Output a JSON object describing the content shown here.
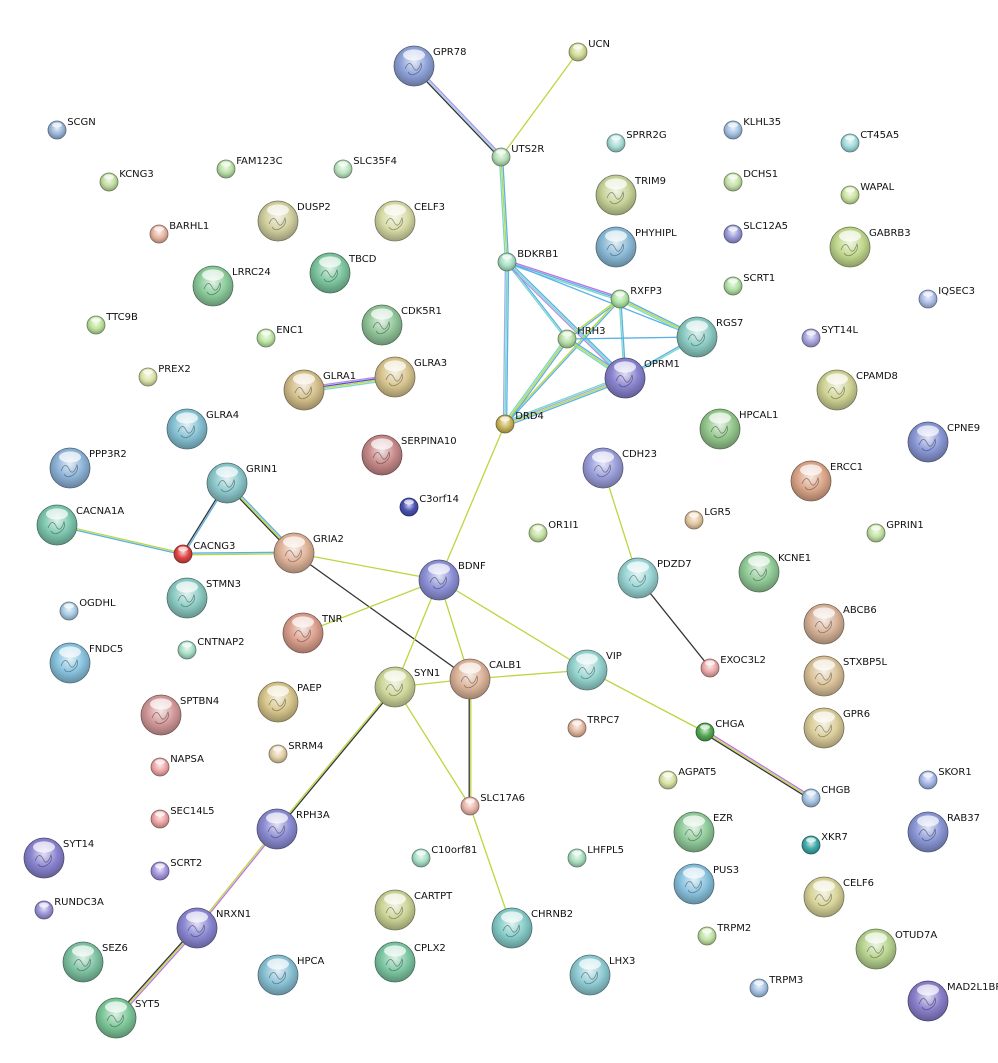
{
  "network": {
    "nodes": [
      {
        "id": "GPR78",
        "label": "GPR78",
        "color": "#8fa3d9",
        "size": "big"
      },
      {
        "id": "UCN",
        "label": "UCN",
        "color": "#d2dc94",
        "size": "small"
      },
      {
        "id": "SCGN",
        "label": "SCGN",
        "color": "#9bb7dc",
        "size": "small"
      },
      {
        "id": "UTS2R",
        "label": "UTS2R",
        "color": "#b6e0b6",
        "size": "small"
      },
      {
        "id": "SPRR2G",
        "label": "SPRR2G",
        "color": "#a8dcd6",
        "size": "small"
      },
      {
        "id": "KLHL35",
        "label": "KLHL35",
        "color": "#a6c3e4",
        "size": "small"
      },
      {
        "id": "CT45A5",
        "label": "CT45A5",
        "color": "#a3dcdc",
        "size": "small"
      },
      {
        "id": "KCNG3",
        "label": "KCNG3",
        "color": "#c2dea1",
        "size": "small"
      },
      {
        "id": "FAM123C",
        "label": "FAM123C",
        "color": "#b9e0a6",
        "size": "small"
      },
      {
        "id": "SLC35F4",
        "label": "SLC35F4",
        "color": "#bde6c0",
        "size": "small"
      },
      {
        "id": "TRIM9",
        "label": "TRIM9",
        "color": "#c8d49a",
        "size": "big"
      },
      {
        "id": "DCHS1",
        "label": "DCHS1",
        "color": "#c6e3a9",
        "size": "small"
      },
      {
        "id": "WAPAL",
        "label": "WAPAL",
        "color": "#cce3a2",
        "size": "small"
      },
      {
        "id": "DUSP2",
        "label": "DUSP2",
        "color": "#d2d0a0",
        "size": "big"
      },
      {
        "id": "CELF3",
        "label": "CELF3",
        "color": "#d8dca6",
        "size": "big"
      },
      {
        "id": "BARHL1",
        "label": "BARHL1",
        "color": "#e8b4a2",
        "size": "small"
      },
      {
        "id": "TBCD",
        "label": "TBCD",
        "color": "#7ec7a0",
        "size": "big"
      },
      {
        "id": "PHYHIPL",
        "label": "PHYHIPL",
        "color": "#8cbbd8",
        "size": "big"
      },
      {
        "id": "SLC12A5",
        "label": "SLC12A5",
        "color": "#9a9ad8",
        "size": "small"
      },
      {
        "id": "GABRB3",
        "label": "GABRB3",
        "color": "#c2d88e",
        "size": "big"
      },
      {
        "id": "BDKRB1",
        "label": "BDKRB1",
        "color": "#a8e0c4",
        "size": "small"
      },
      {
        "id": "LRRC24",
        "label": "LRRC24",
        "color": "#8ccc9c",
        "size": "big"
      },
      {
        "id": "RXFP3",
        "label": "RXFP3",
        "color": "#aee3a4",
        "size": "small"
      },
      {
        "id": "SCRT1",
        "label": "SCRT1",
        "color": "#b0e0a4",
        "size": "small"
      },
      {
        "id": "IQSEC3",
        "label": "IQSEC3",
        "color": "#aebde8",
        "size": "small"
      },
      {
        "id": "TTC9B",
        "label": "TTC9B",
        "color": "#bde29c",
        "size": "small"
      },
      {
        "id": "ENC1",
        "label": "ENC1",
        "color": "#bde6a6",
        "size": "small"
      },
      {
        "id": "CDK5R1",
        "label": "CDK5R1",
        "color": "#92c69a",
        "size": "big"
      },
      {
        "id": "RGS7",
        "label": "RGS7",
        "color": "#8cccc4",
        "size": "big"
      },
      {
        "id": "SYT14L",
        "label": "SYT14L",
        "color": "#a9a6e0",
        "size": "small"
      },
      {
        "id": "HRH3",
        "label": "HRH3",
        "color": "#b6dea6",
        "size": "small"
      },
      {
        "id": "OPRM1",
        "label": "OPRM1",
        "color": "#8a84d0",
        "size": "big"
      },
      {
        "id": "PREX2",
        "label": "PREX2",
        "color": "#dce4a8",
        "size": "small"
      },
      {
        "id": "GLRA1",
        "label": "GLRA1",
        "color": "#d4c08c",
        "size": "big"
      },
      {
        "id": "GLRA3",
        "label": "GLRA3",
        "color": "#d8c690",
        "size": "big"
      },
      {
        "id": "CPAMD8",
        "label": "CPAMD8",
        "color": "#d0d494",
        "size": "big"
      },
      {
        "id": "GLRA4",
        "label": "GLRA4",
        "color": "#86c2d4",
        "size": "big"
      },
      {
        "id": "DRD4",
        "label": "DRD4",
        "color": "#c8b45a",
        "size": "small"
      },
      {
        "id": "HPCAL1",
        "label": "HPCAL1",
        "color": "#96c88e",
        "size": "big"
      },
      {
        "id": "CPNE9",
        "label": "CPNE9",
        "color": "#8a98d6",
        "size": "big"
      },
      {
        "id": "PPP3R2",
        "label": "PPP3R2",
        "color": "#8eb4d8",
        "size": "big"
      },
      {
        "id": "SERPINA10",
        "label": "SERPINA10",
        "color": "#c88a8a",
        "size": "big"
      },
      {
        "id": "GRIN1",
        "label": "GRIN1",
        "color": "#8cc8cc",
        "size": "big"
      },
      {
        "id": "CDH23",
        "label": "CDH23",
        "color": "#9ca0dc",
        "size": "big"
      },
      {
        "id": "ERCC1",
        "label": "ERCC1",
        "color": "#dca78a",
        "size": "big"
      },
      {
        "id": "C3orf14",
        "label": "C3orf14",
        "color": "#4a52b4",
        "size": "small"
      },
      {
        "id": "CACNA1A",
        "label": "CACNA1A",
        "color": "#7ec8b0",
        "size": "big"
      },
      {
        "id": "LGR5",
        "label": "LGR5",
        "color": "#e4c8a2",
        "size": "small"
      },
      {
        "id": "OR1I1",
        "label": "OR1I1",
        "color": "#c6e2a4",
        "size": "small"
      },
      {
        "id": "GPRIN1",
        "label": "GPRIN1",
        "color": "#c2e2a4",
        "size": "small"
      },
      {
        "id": "GRIA2",
        "label": "GRIA2",
        "color": "#e0b49a",
        "size": "big"
      },
      {
        "id": "CACNG3",
        "label": "CACNG3",
        "color": "#e04444",
        "size": "small"
      },
      {
        "id": "BDNF",
        "label": "BDNF",
        "color": "#8e92d8",
        "size": "big"
      },
      {
        "id": "PDZD7",
        "label": "PDZD7",
        "color": "#9ad6d6",
        "size": "big"
      },
      {
        "id": "KCNE1",
        "label": "KCNE1",
        "color": "#92cc98",
        "size": "big"
      },
      {
        "id": "STMN3",
        "label": "STMN3",
        "color": "#8cccc4",
        "size": "big"
      },
      {
        "id": "OGDHL",
        "label": "OGDHL",
        "color": "#aacce4",
        "size": "small"
      },
      {
        "id": "ABCB6",
        "label": "ABCB6",
        "color": "#d8b49a",
        "size": "big"
      },
      {
        "id": "TNR",
        "label": "TNR",
        "color": "#dca08e",
        "size": "big"
      },
      {
        "id": "FNDC5",
        "label": "FNDC5",
        "color": "#8ac4e0",
        "size": "big"
      },
      {
        "id": "CNTNAP2",
        "label": "CNTNAP2",
        "color": "#a8e0c8",
        "size": "small"
      },
      {
        "id": "VIP",
        "label": "VIP",
        "color": "#96d4d0",
        "size": "big"
      },
      {
        "id": "EXOC3L2",
        "label": "EXOC3L2",
        "color": "#ecaaaa",
        "size": "small"
      },
      {
        "id": "STXBP5L",
        "label": "STXBP5L",
        "color": "#dcc49c",
        "size": "big"
      },
      {
        "id": "SYN1",
        "label": "SYN1",
        "color": "#d0d89c",
        "size": "big"
      },
      {
        "id": "CALB1",
        "label": "CALB1",
        "color": "#dcb49a",
        "size": "big"
      },
      {
        "id": "PAEP",
        "label": "PAEP",
        "color": "#d8c68c",
        "size": "big"
      },
      {
        "id": "SPTBN4",
        "label": "SPTBN4",
        "color": "#d49a9a",
        "size": "big"
      },
      {
        "id": "GPR6",
        "label": "GPR6",
        "color": "#dcce9c",
        "size": "big"
      },
      {
        "id": "TRPC7",
        "label": "TRPC7",
        "color": "#e4b8a0",
        "size": "small"
      },
      {
        "id": "CHGA",
        "label": "CHGA",
        "color": "#52a852",
        "size": "small"
      },
      {
        "id": "SRRM4",
        "label": "SRRM4",
        "color": "#e4d0a8",
        "size": "small"
      },
      {
        "id": "NAPSA",
        "label": "NAPSA",
        "color": "#eea8a8",
        "size": "small"
      },
      {
        "id": "AGPAT5",
        "label": "AGPAT5",
        "color": "#d8e2a4",
        "size": "small"
      },
      {
        "id": "SKOR1",
        "label": "SKOR1",
        "color": "#a6b8e8",
        "size": "small"
      },
      {
        "id": "CHGB",
        "label": "CHGB",
        "color": "#a6c4e4",
        "size": "small"
      },
      {
        "id": "SLC17A6",
        "label": "SLC17A6",
        "color": "#eab6aa",
        "size": "small"
      },
      {
        "id": "SEC14L5",
        "label": "SEC14L5",
        "color": "#eea4a4",
        "size": "small"
      },
      {
        "id": "RPH3A",
        "label": "RPH3A",
        "color": "#8c8cd4",
        "size": "big"
      },
      {
        "id": "RAB37",
        "label": "RAB37",
        "color": "#8a98d6",
        "size": "big"
      },
      {
        "id": "EZR",
        "label": "EZR",
        "color": "#92cc9c",
        "size": "big"
      },
      {
        "id": "SYT14",
        "label": "SYT14",
        "color": "#8a84d0",
        "size": "big"
      },
      {
        "id": "XKR7",
        "label": "XKR7",
        "color": "#3ea8a8",
        "size": "small"
      },
      {
        "id": "C10orf81",
        "label": "C10orf81",
        "color": "#a8e0c8",
        "size": "small"
      },
      {
        "id": "LHFPL5",
        "label": "LHFPL5",
        "color": "#a8e0c0",
        "size": "small"
      },
      {
        "id": "SCRT2",
        "label": "SCRT2",
        "color": "#a896e0",
        "size": "small"
      },
      {
        "id": "PUS3",
        "label": "PUS3",
        "color": "#8ac2de",
        "size": "big"
      },
      {
        "id": "RUNDC3A",
        "label": "RUNDC3A",
        "color": "#9c96d8",
        "size": "small"
      },
      {
        "id": "CARTPT",
        "label": "CARTPT",
        "color": "#ccd496",
        "size": "big"
      },
      {
        "id": "CELF6",
        "label": "CELF6",
        "color": "#d8d49a",
        "size": "big"
      },
      {
        "id": "NRXN1",
        "label": "NRXN1",
        "color": "#8c88d4",
        "size": "big"
      },
      {
        "id": "CHRNB2",
        "label": "CHRNB2",
        "color": "#86ccc8",
        "size": "big"
      },
      {
        "id": "SEZ6",
        "label": "SEZ6",
        "color": "#80c4a4",
        "size": "big"
      },
      {
        "id": "TRPM2",
        "label": "TRPM2",
        "color": "#c2e2a4",
        "size": "small"
      },
      {
        "id": "OTUD7A",
        "label": "OTUD7A",
        "color": "#b8d490",
        "size": "big"
      },
      {
        "id": "HPCA",
        "label": "HPCA",
        "color": "#8ac2d6",
        "size": "big"
      },
      {
        "id": "CPLX2",
        "label": "CPLX2",
        "color": "#7ec8a4",
        "size": "big"
      },
      {
        "id": "LHX3",
        "label": "LHX3",
        "color": "#90ccd4",
        "size": "big"
      },
      {
        "id": "TRPM3",
        "label": "TRPM3",
        "color": "#a6c4e6",
        "size": "small"
      },
      {
        "id": "MAD2L1BP",
        "label": "MAD2L1BP",
        "color": "#8a80cc",
        "size": "big"
      },
      {
        "id": "SYT5",
        "label": "SYT5",
        "color": "#7ec89a",
        "size": "big"
      }
    ],
    "edges": [
      {
        "source": "GPR78",
        "target": "UTS2R",
        "colors": [
          "#b090e8",
          "#9ad0e8",
          "#333333"
        ]
      },
      {
        "source": "UCN",
        "target": "UTS2R",
        "colors": [
          "#b8d840"
        ]
      },
      {
        "source": "UTS2R",
        "target": "BDKRB1",
        "colors": [
          "#5ab0e8",
          "#b8d840",
          "#7ad8c8"
        ]
      },
      {
        "source": "BDKRB1",
        "target": "RXFP3",
        "colors": [
          "#c070e0",
          "#5ab0e8",
          "#7ad8c8"
        ]
      },
      {
        "source": "BDKRB1",
        "target": "HRH3",
        "colors": [
          "#5ab0e8",
          "#7ad8c8"
        ]
      },
      {
        "source": "BDKRB1",
        "target": "OPRM1",
        "colors": [
          "#5ab0e8",
          "#7ad8c8",
          "#b090e8"
        ]
      },
      {
        "source": "BDKRB1",
        "target": "DRD4",
        "colors": [
          "#5ab0e8",
          "#7ad8c8",
          "#9ab0e8"
        ]
      },
      {
        "source": "BDKRB1",
        "target": "RGS7",
        "colors": [
          "#5ab0e8"
        ]
      },
      {
        "source": "RXFP3",
        "target": "HRH3",
        "colors": [
          "#5ab0e8",
          "#b8d840"
        ]
      },
      {
        "source": "RXFP3",
        "target": "OPRM1",
        "colors": [
          "#5ab0e8",
          "#7ad8c8"
        ]
      },
      {
        "source": "RXFP3",
        "target": "RGS7",
        "colors": [
          "#5ab0e8",
          "#b8d840",
          "#7ad8c8"
        ]
      },
      {
        "source": "RXFP3",
        "target": "DRD4",
        "colors": [
          "#5ab0e8",
          "#b8d840"
        ]
      },
      {
        "source": "HRH3",
        "target": "OPRM1",
        "colors": [
          "#5ab0e8",
          "#b8d840",
          "#7ad8c8"
        ]
      },
      {
        "source": "HRH3",
        "target": "RGS7",
        "colors": [
          "#5ab0e8"
        ]
      },
      {
        "source": "HRH3",
        "target": "DRD4",
        "colors": [
          "#5ab0e8",
          "#b8d840",
          "#7ad8c8"
        ]
      },
      {
        "source": "OPRM1",
        "target": "RGS7",
        "colors": [
          "#5ab0e8",
          "#7ad8c8"
        ]
      },
      {
        "source": "OPRM1",
        "target": "DRD4",
        "colors": [
          "#5ab0e8",
          "#b8d840",
          "#9ab0e8",
          "#7ad8c8"
        ]
      },
      {
        "source": "DRD4",
        "target": "BDNF",
        "colors": [
          "#b8d840"
        ]
      },
      {
        "source": "GLRA1",
        "target": "GLRA3",
        "colors": [
          "#b090e8",
          "#5a50c8",
          "#b8d840",
          "#7ad8c8"
        ]
      },
      {
        "source": "GRIN1",
        "target": "CACNG3",
        "colors": [
          "#5ab0e8",
          "#333333"
        ]
      },
      {
        "source": "GRIN1",
        "target": "GRIA2",
        "colors": [
          "#5ab0e8",
          "#b8d840",
          "#333333"
        ]
      },
      {
        "source": "CACNA1A",
        "target": "CACNG3",
        "colors": [
          "#b8d840",
          "#5ab0e8"
        ]
      },
      {
        "source": "CACNG3",
        "target": "GRIA2",
        "colors": [
          "#5ab0e8",
          "#b8d840"
        ]
      },
      {
        "source": "GRIA2",
        "target": "BDNF",
        "colors": [
          "#b8d840"
        ]
      },
      {
        "source": "GRIA2",
        "target": "CALB1",
        "colors": [
          "#333333"
        ]
      },
      {
        "source": "BDNF",
        "target": "TNR",
        "colors": [
          "#b8d840"
        ]
      },
      {
        "source": "BDNF",
        "target": "SYN1",
        "colors": [
          "#b8d840"
        ]
      },
      {
        "source": "BDNF",
        "target": "CALB1",
        "colors": [
          "#b8d840"
        ]
      },
      {
        "source": "BDNF",
        "target": "VIP",
        "colors": [
          "#b8d840"
        ]
      },
      {
        "source": "CDH23",
        "target": "PDZD7",
        "colors": [
          "#b8d840"
        ]
      },
      {
        "source": "PDZD7",
        "target": "EXOC3L2",
        "colors": [
          "#333333"
        ]
      },
      {
        "source": "SYN1",
        "target": "CALB1",
        "colors": [
          "#b8d840"
        ]
      },
      {
        "source": "SYN1",
        "target": "SLC17A6",
        "colors": [
          "#b8d840"
        ]
      },
      {
        "source": "SYN1",
        "target": "RPH3A",
        "colors": [
          "#333333",
          "#b8d840"
        ]
      },
      {
        "source": "CALB1",
        "target": "VIP",
        "colors": [
          "#b8d840"
        ]
      },
      {
        "source": "CALB1",
        "target": "SLC17A6",
        "colors": [
          "#b8d840",
          "#333333"
        ]
      },
      {
        "source": "VIP",
        "target": "CHGA",
        "colors": [
          "#b8d840"
        ]
      },
      {
        "source": "CHGA",
        "target": "CHGB",
        "colors": [
          "#c070e0",
          "#b8d840",
          "#333333"
        ]
      },
      {
        "source": "SLC17A6",
        "target": "CHRNB2",
        "colors": [
          "#b8d840"
        ]
      },
      {
        "source": "RPH3A",
        "target": "NRXN1",
        "colors": [
          "#c070e0",
          "#b8d840"
        ]
      },
      {
        "source": "NRXN1",
        "target": "SYT5",
        "colors": [
          "#c070e0",
          "#b8d840",
          "#333333"
        ]
      }
    ]
  }
}
